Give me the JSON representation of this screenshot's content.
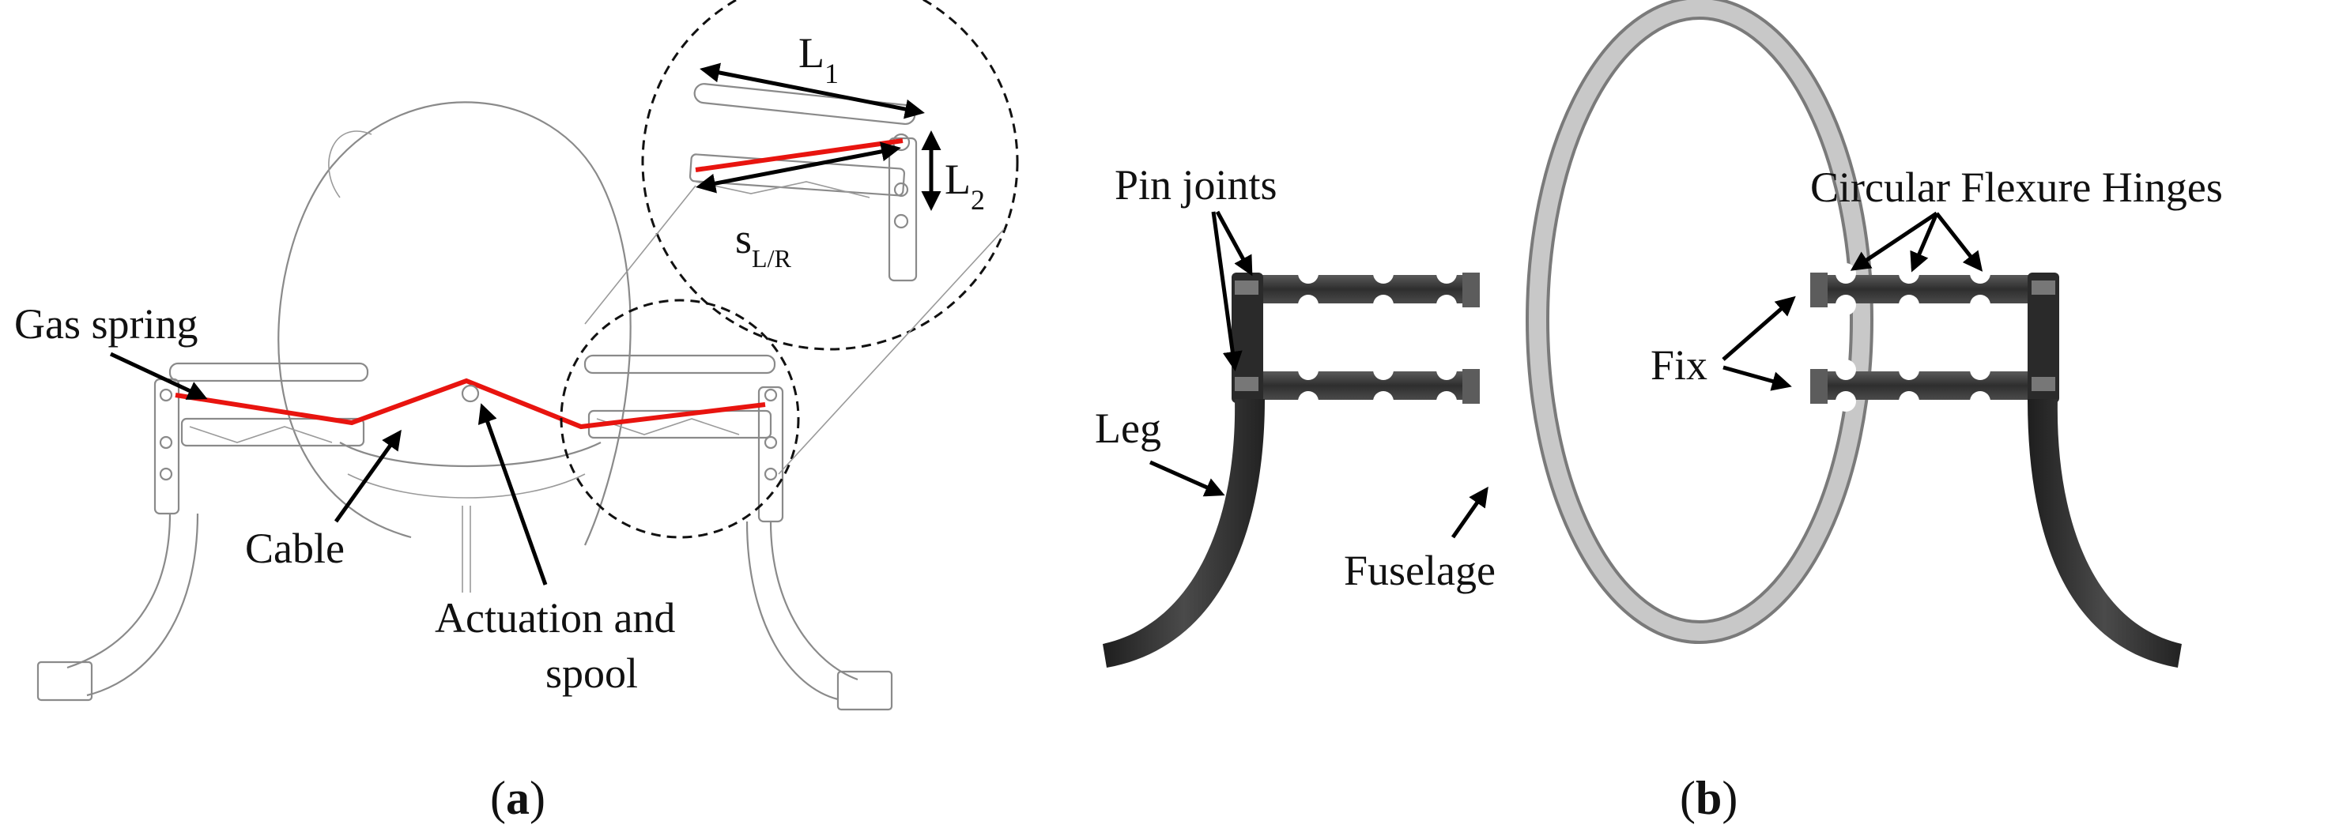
{
  "panel_a": {
    "label_open": "(",
    "label_letter": "a",
    "label_close": ")",
    "gas_spring": "Gas spring",
    "cable": "Cable",
    "actuation_line1": "Actuation and",
    "actuation_line2": "spool",
    "l1": "L",
    "l1_sub": "1",
    "l2": "L",
    "l2_sub": "2",
    "s": "s",
    "s_sub": "L/R"
  },
  "panel_b": {
    "label_open": "(",
    "label_letter": "b",
    "label_close": ")",
    "pin_joints": "Pin joints",
    "circular_flexure_hinges": "Circular Flexure Hinges",
    "fix": "Fix",
    "leg": "Leg",
    "fuselage": "Fuselage"
  },
  "colors": {
    "cable": "#e8140f",
    "fuselage_ring": "#b8b8b8",
    "leg": "#3a3a3a",
    "outline": "#8a8a8a"
  }
}
